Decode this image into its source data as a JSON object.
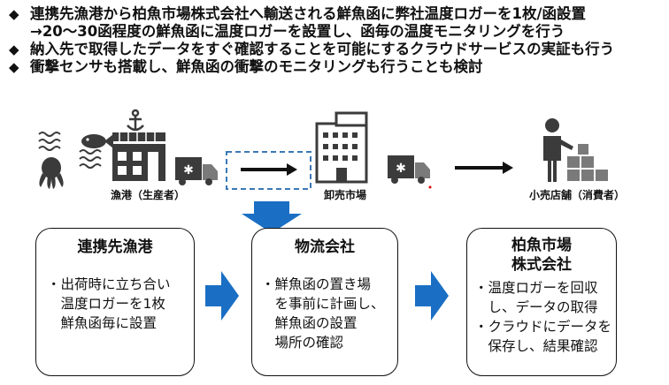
{
  "bullets": [
    {
      "mark": "◆",
      "text": "連携先漁港から柏魚市場株式会社へ輸送される鮮魚函に弊社温度ロガーを1枚/函設置"
    },
    {
      "mark": "",
      "text": "→20～30函程度の鮮魚函に温度ロガーを設置し、函毎の温度モニタリングを行う"
    },
    {
      "mark": "◆",
      "text": "納入先で取得したデータをすぐ確認することを可能にするクラウドサービスの実証も行う"
    },
    {
      "mark": "◆",
      "text": "衝撃センサも搭載し、鮮魚函の衝撃のモニタリングも行うことも検討"
    }
  ],
  "flow_labels": {
    "port": "漁港（生産者）",
    "wholesale": "卸売市場",
    "retail": "小売店舗（消費者）"
  },
  "boxes": [
    {
      "title": "連携先漁港",
      "body": "・出荷時に立ち合い\n　温度ロガーを1枚\n　鮮魚函毎に設置"
    },
    {
      "title": "物流会社",
      "body": "・鮮魚函の置き場\n　を事前に計画し、\n　鮮魚函の設置\n　場所の確認"
    },
    {
      "title": "柏魚市場\n株式会社",
      "body": "・温度ロガーを回収\n　し、データの取得\n・クラウドにデータを\n　保存し、結果確認"
    }
  ],
  "colors": {
    "accent_blue": "#1a6fc4",
    "dashed_blue": "#3a78b5",
    "icon_dark": "#3b3b3b",
    "icon_gray": "#7a7a7a"
  },
  "icons": [
    "waves-icon",
    "fish-icon",
    "octopus-icon",
    "anchor-icon",
    "fish-market-building-icon",
    "refrigerated-truck-icon",
    "arrow-icon",
    "wholesale-building-icon",
    "worker-with-boxes-icon"
  ]
}
